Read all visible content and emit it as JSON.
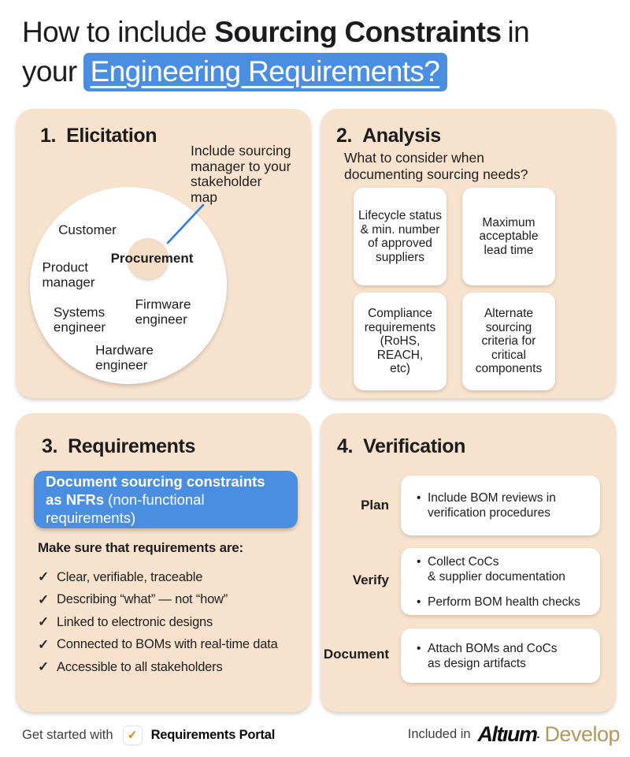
{
  "title": {
    "part1": "How to include",
    "bold": "Sourcing Constraints",
    "part2": "in",
    "part3": "your",
    "highlight": "Engineering Requirements?"
  },
  "icons": {
    "check": "✓",
    "bullet": "•",
    "footer_check": "✓"
  },
  "panels": {
    "elicitation": {
      "number": "1.",
      "heading": "Elicitation",
      "annotation": "Include sourcing\nmanager to your\nstakeholder\nmap",
      "center_role": "Procurement",
      "stakeholders": [
        "Customer",
        "Product\nmanager",
        "Systems\nengineer",
        "Firmware\nengineer",
        "Hardware\nengineer"
      ]
    },
    "analysis": {
      "number": "2.",
      "heading": "Analysis",
      "subtitle": "What to consider when\ndocumenting sourcing needs?",
      "cards": [
        "Lifecycle status\n& min. number\nof approved\nsuppliers",
        "Maximum\nacceptable\nlead time",
        "Compliance\nrequirements\n(RoHS, REACH,\netc)",
        "Alternate\nsourcing\ncriteria for\ncritical\ncomponents"
      ]
    },
    "requirements": {
      "number": "3.",
      "heading": "Requirements",
      "callout_bold1": "Document sourcing constraints",
      "callout_bold2": "as NFRs",
      "callout_regular": " (non-functional requirements)",
      "list_title": "Make sure that requirements are:",
      "checklist": [
        "Clear, verifiable, traceable",
        "Describing “what” — not “how”",
        "Linked to electronic designs",
        "Connected to BOMs with real-time data",
        "Accessible to all stakeholders"
      ]
    },
    "verification": {
      "number": "4.",
      "heading": "Verification",
      "rows": [
        {
          "label": "Plan",
          "bullets": [
            "Include BOM reviews in\nverification procedures"
          ]
        },
        {
          "label": "Verify",
          "bullets": [
            "Collect CoCs\n& supplier documentation",
            "Perform BOM health checks"
          ]
        },
        {
          "label": "Document",
          "bullets": [
            "Attach BOMs and CoCs\nas design  artifacts"
          ]
        }
      ]
    }
  },
  "footer": {
    "left_text": "Get started with",
    "left_product": "Requirements Portal",
    "right_text": "Included in",
    "logo": "Altıum",
    "logo_mark": ".",
    "right_product": "Develop"
  },
  "colors": {
    "panel_bg": "#F7E2CD",
    "accent_blue": "#4A8EE2",
    "connector_blue": "#2F7DE1",
    "gold": "#B5975C",
    "check_orange": "#E8820C"
  }
}
